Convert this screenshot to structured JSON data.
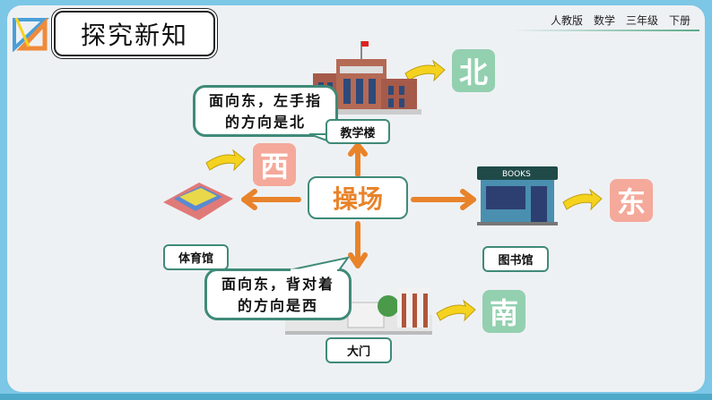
{
  "title": "探究新知",
  "header": {
    "edition": "人教版",
    "subject": "数学",
    "grade": "三年级",
    "volume": "下册"
  },
  "center": "操场",
  "directions": {
    "north": "北",
    "west": "西",
    "east": "东",
    "south": "南"
  },
  "places": {
    "north": "教学楼",
    "west": "体育馆",
    "east": "图书馆",
    "south": "大门"
  },
  "store_sign": "BOOKS",
  "bubbles": [
    {
      "line1": "面向东，左手指",
      "line2": "的方向是北"
    },
    {
      "line1": "面向东，背对着",
      "line2": "的方向是西"
    }
  ],
  "colors": {
    "accent": "#e8832a",
    "border": "#3f8a78",
    "north_south": "#93d0b0",
    "east_west": "#f4a99a",
    "arrow_yellow": "#f5d21e"
  }
}
